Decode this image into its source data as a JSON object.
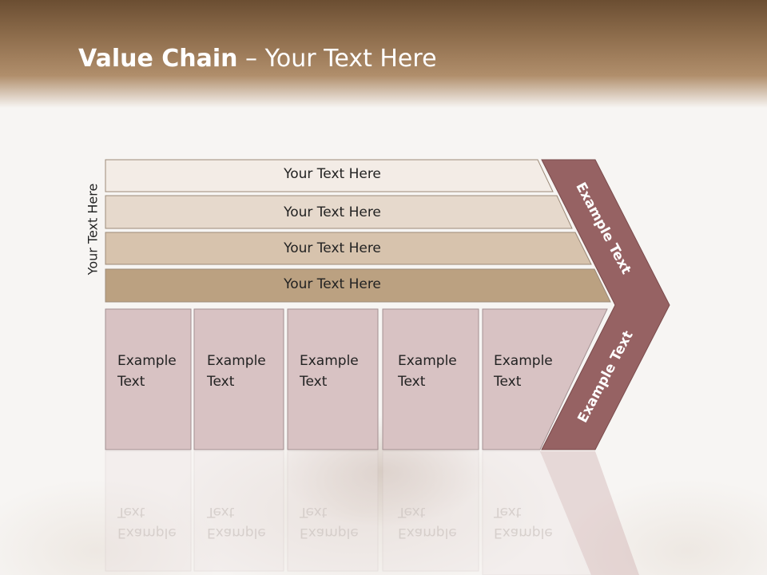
{
  "title": {
    "bold": "Value Chain",
    "rest": " – Your Text Here"
  },
  "side_label": "Your Text Here",
  "bars": [
    {
      "label": "Your Text Here",
      "color": "#f3ece6"
    },
    {
      "label": "Your Text Here",
      "color": "#e6d9cc"
    },
    {
      "label": "Your Text Here",
      "color": "#d7c3ad"
    },
    {
      "label": "Your Text Here",
      "color": "#bba181"
    }
  ],
  "cells": [
    {
      "label": "Example\nText"
    },
    {
      "label": "Example\nText"
    },
    {
      "label": "Example\nText"
    },
    {
      "label": "Example\nText"
    },
    {
      "label": "Example\nText"
    }
  ],
  "chevron": {
    "upper_label": "Example Text",
    "lower_label": "Example Text",
    "color": "#966263"
  },
  "cell_color": "#d8c2c3"
}
